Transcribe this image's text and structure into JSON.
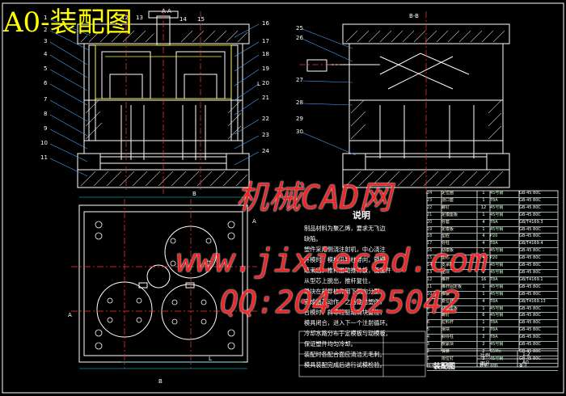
{
  "drawing": {
    "title": "A0-装配图",
    "section_a": "A-A",
    "section_b": "B-B",
    "side_labels": [
      "B",
      "A",
      "A",
      "L",
      "L",
      "B"
    ]
  },
  "watermarks": {
    "line1": "机械CAD网",
    "line2": "www.jixiecad.com",
    "line3": "QQ:2042025042"
  },
  "callouts": {
    "left_a": [
      "1",
      "2",
      "3",
      "4",
      "5",
      "6",
      "7",
      "8",
      "9",
      "10",
      "11"
    ],
    "top_a": [
      "12",
      "13",
      "14",
      "15"
    ],
    "right_a": [
      "16",
      "17",
      "18",
      "19",
      "20",
      "21",
      "22",
      "23",
      "24"
    ],
    "left_b": [
      "25",
      "26",
      "27",
      "28",
      "29",
      "30"
    ]
  },
  "notes": {
    "title": "说明",
    "lines": [
      "制品材料为聚乙烯，要求无飞边",
      "缺陷。",
      "塑件采用侧浇注射机，中心浇注",
      "开模时，模板沿导柱导向，锁模",
      "结束后，推杆推动推件板，使塑件",
      "从型芯上脱出，推杆复位，",
      "滑块在斜导柱作用下侧向分型，",
      "完成抽芯动作，之后推出塑件，",
      "合模时，斜导柱驱动滑块复位，",
      "模具闭合，进入下一个注射循环。",
      "冷却水路分布于定模板与动模板，",
      "保证塑件均匀冷却。",
      "装配时各配合面应清洁无毛刺。",
      "模具装配完成后进行试模检验。"
    ]
  },
  "bom": [
    {
      "no": "24",
      "name": "定位圈",
      "qty": "1",
      "std": "45号钢",
      "note": "GB-45 80C"
    },
    {
      "no": "23",
      "name": "浇口套",
      "qty": "1",
      "std": "T8A",
      "note": "GB-45 80C"
    },
    {
      "no": "22",
      "name": "螺钉",
      "qty": "12",
      "std": "45号钢",
      "note": "GB-45 80C"
    },
    {
      "no": "21",
      "name": "定模座板",
      "qty": "1",
      "std": "45号钢",
      "note": "GB-45 80C"
    },
    {
      "no": "20",
      "name": "导套",
      "qty": "4",
      "std": "T8A",
      "note": "GB/T4169.3"
    },
    {
      "no": "19",
      "name": "定模板",
      "qty": "1",
      "std": "45号钢",
      "note": "GB-45 80C"
    },
    {
      "no": "18",
      "name": "型腔",
      "qty": "4",
      "std": "P20",
      "note": "GB-45 80C"
    },
    {
      "no": "17",
      "name": "导柱",
      "qty": "4",
      "std": "T8A",
      "note": "GB/T4169.4"
    },
    {
      "no": "16",
      "name": "动模板",
      "qty": "1",
      "std": "45号钢",
      "note": "GB-45 80C"
    },
    {
      "no": "15",
      "name": "型芯",
      "qty": "4",
      "std": "P20",
      "note": "GB-45 80C"
    },
    {
      "no": "14",
      "name": "支承板",
      "qty": "1",
      "std": "45号钢",
      "note": "GB-45 80C"
    },
    {
      "no": "13",
      "name": "垫块",
      "qty": "2",
      "std": "45号钢",
      "note": "GB-45 80C"
    },
    {
      "no": "12",
      "name": "推杆",
      "qty": "16",
      "std": "T8A",
      "note": "GB/T4169.1"
    },
    {
      "no": "11",
      "name": "推杆固定板",
      "qty": "1",
      "std": "45号钢",
      "note": "GB-45 80C"
    },
    {
      "no": "10",
      "name": "推板",
      "qty": "1",
      "std": "45号钢",
      "note": "GB-45 80C"
    },
    {
      "no": "9",
      "name": "复位杆",
      "qty": "4",
      "std": "T8A",
      "note": "GB/T4169.13"
    },
    {
      "no": "8",
      "name": "动模座板",
      "qty": "1",
      "std": "45号钢",
      "note": "GB-45 80C"
    },
    {
      "no": "7",
      "name": "螺钉",
      "qty": "6",
      "std": "45号钢",
      "note": "GB-45 80C"
    },
    {
      "no": "6",
      "name": "拉料杆",
      "qty": "1",
      "std": "T8A",
      "note": "GB-45 80C"
    },
    {
      "no": "5",
      "name": "滑块",
      "qty": "2",
      "std": "T8A",
      "note": "GB-45 80C"
    },
    {
      "no": "4",
      "name": "斜导柱",
      "qty": "2",
      "std": "T8A",
      "note": "GB-45 80C"
    },
    {
      "no": "3",
      "name": "楔紧块",
      "qty": "2",
      "std": "45号钢",
      "note": "GB-45 80C"
    },
    {
      "no": "2",
      "name": "弹簧",
      "qty": "2",
      "std": "65Mn",
      "note": "GB-45 80C"
    },
    {
      "no": "1",
      "name": "限位钉",
      "qty": "2",
      "std": "45号钢",
      "note": "GB-45 80C"
    },
    {
      "no": "序号",
      "name": "名称",
      "qty": "数量",
      "std": "材料",
      "note": "备注"
    }
  ],
  "title_block": {
    "name": "装配图",
    "scale_label": "比例",
    "scale": "1:2",
    "sheet_label": "图号",
    "sheet": "A0"
  },
  "colors": {
    "background": "#000000",
    "outline": "#ffffff",
    "hatch": "#ffffff",
    "axis": "#ff3333",
    "leader": "#4aa3ff",
    "cyan": "#00e5ff",
    "yellow": "#ffff00",
    "watermark": "#ff2a2a"
  }
}
